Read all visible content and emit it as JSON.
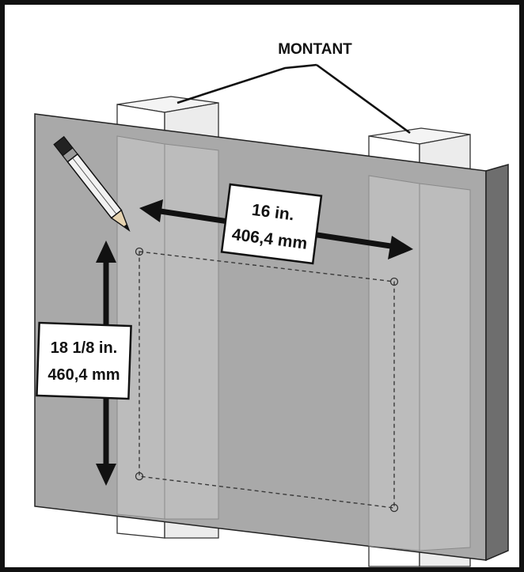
{
  "callout": {
    "label": "MONTANT"
  },
  "horizontal_dimension": {
    "imperial": "16 in.",
    "metric": "406,4 mm"
  },
  "vertical_dimension": {
    "imperial": "18 1/8 in.",
    "metric": "460,4 mm"
  },
  "colors": {
    "frame": "#111111",
    "wall_face": "#a9a9a9",
    "wall_edge": "#6e6e6e",
    "stud": "#ffffff",
    "arrow": "#111111"
  },
  "icons": [
    "pencil-icon"
  ]
}
